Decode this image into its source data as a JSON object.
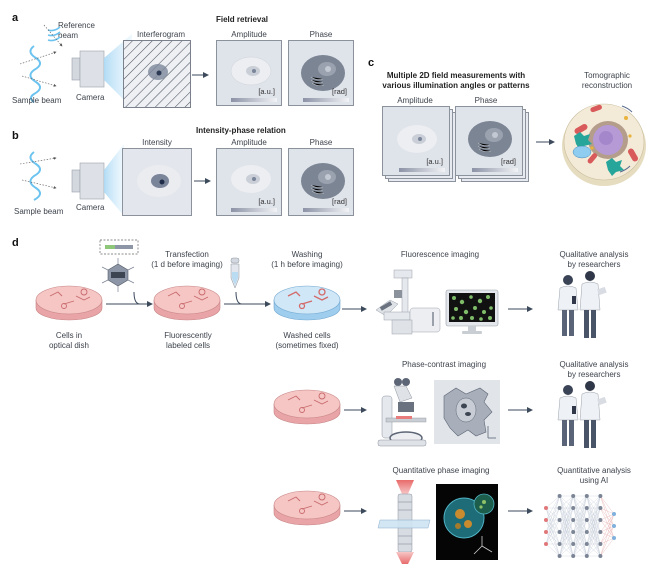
{
  "panels": {
    "a": {
      "letter": "a",
      "reference_beam_label": "Reference\nbeam",
      "sample_beam_label": "Sample beam",
      "camera_label": "Camera",
      "interferogram_label": "Interferogram",
      "section_title": "Field retrieval",
      "amplitude_label": "Amplitude",
      "phase_label": "Phase",
      "amplitude_unit": "[a.u.]",
      "phase_unit": "[rad]"
    },
    "b": {
      "letter": "b",
      "sample_beam_label": "Sample beam",
      "camera_label": "Camera",
      "intensity_label": "Intensity",
      "section_title": "Intensity-phase relation",
      "amplitude_label": "Amplitude",
      "phase_label": "Phase",
      "amplitude_unit": "[a.u.]",
      "phase_unit": "[rad]"
    },
    "c": {
      "letter": "c",
      "section_title_line1": "Multiple 2D field measurements with",
      "section_title_line2": "various illumination angles or patterns",
      "amplitude_label": "Amplitude",
      "phase_label": "Phase",
      "amplitude_unit": "[a.u.]",
      "phase_unit": "[rad]",
      "result_label_line1": "Tomographic",
      "result_label_line2": "reconstruction"
    },
    "d": {
      "letter": "d",
      "dish1_line1": "Cells in",
      "dish1_line2": "optical dish",
      "step_transfection_line1": "Transfection",
      "step_transfection_line2": "(1 d before imaging)",
      "dish2_line1": "Fluorescently",
      "dish2_line2": "labeled cells",
      "step_washing_line1": "Washing",
      "step_washing_line2": "(1 h before imaging)",
      "dish3_line1": "Washed cells",
      "dish3_line2": "(sometimes fixed)",
      "rows": [
        {
          "imaging_label": "Fluorescence imaging",
          "analysis_line1": "Qualitative analysis",
          "analysis_line2": "by researchers"
        },
        {
          "imaging_label": "Phase-contrast imaging",
          "analysis_line1": "Qualitative analysis",
          "analysis_line2": "by researchers"
        },
        {
          "imaging_label": "Quantitative phase imaging",
          "analysis_line1": "Quantitative analysis",
          "analysis_line2": "using AI"
        }
      ]
    }
  },
  "colors": {
    "beam": "#6cc3ef",
    "frame_bg": "#dfe3ea",
    "cell_phase": "#7c8594",
    "dish_pink": "#f1b7b7",
    "dish_blue": "#b9dcf2",
    "arrow": "#3c4a5c",
    "nn_input": "#e0787a",
    "nn_hidden": "#7c8595",
    "nn_output": "#7fb1dc"
  },
  "neural_network": {
    "layers": [
      4,
      6,
      6,
      6,
      6,
      3
    ]
  }
}
